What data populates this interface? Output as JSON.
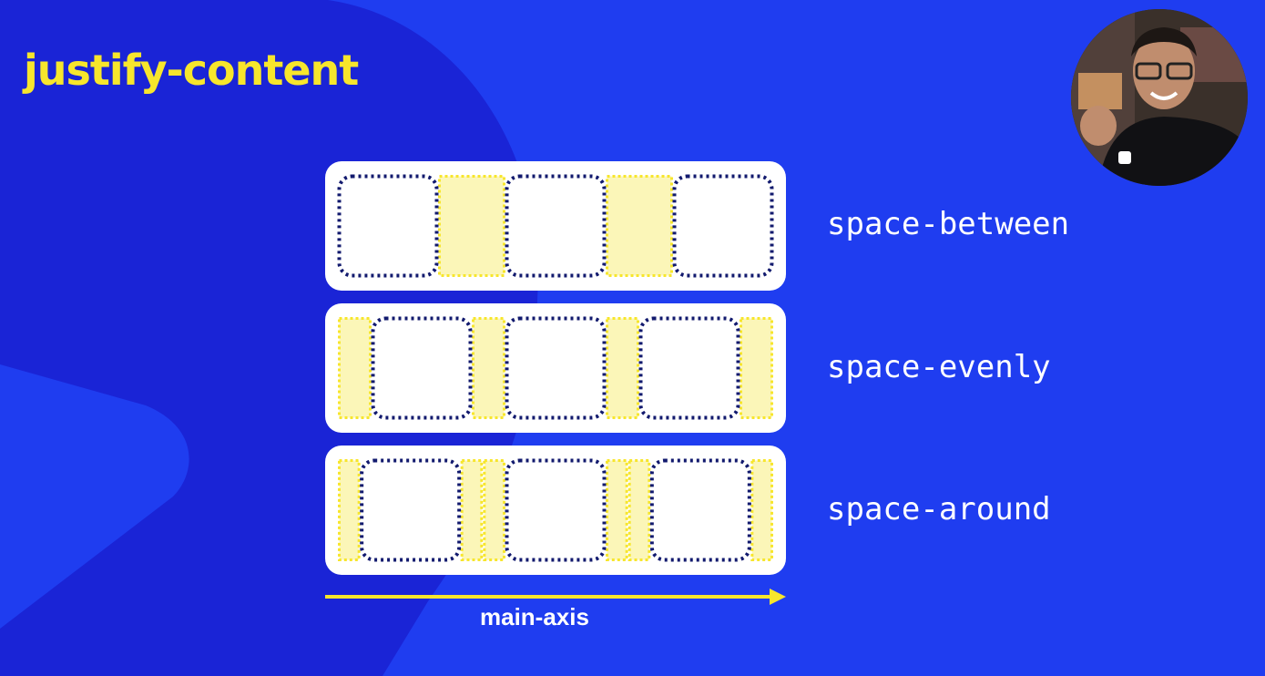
{
  "title": "justify-content",
  "colors": {
    "background": "#1f3df0",
    "background_shape": "#1a24d6",
    "accent_yellow": "#f7e62c",
    "space_fill": "#fbf6b8",
    "box_border": "#121a6e"
  },
  "rows": [
    {
      "label": "space-between",
      "mode": "between",
      "items": 3
    },
    {
      "label": "space-evenly",
      "mode": "evenly",
      "items": 3
    },
    {
      "label": "space-around",
      "mode": "around",
      "items": 3
    }
  ],
  "axis": {
    "label": "main-axis",
    "icon": "arrow-right-icon"
  },
  "presenter": {
    "icon": "presenter-avatar"
  }
}
